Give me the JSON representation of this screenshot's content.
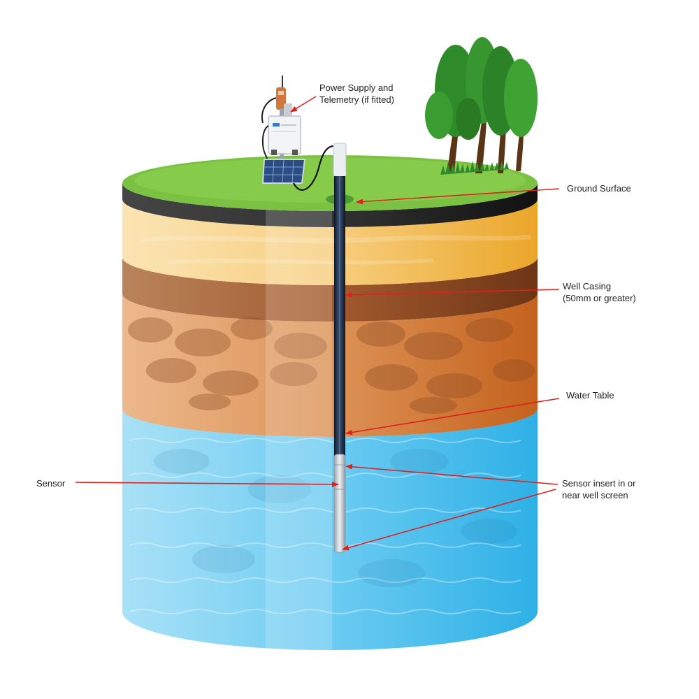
{
  "labels": {
    "power_supply": "Power Supply and\nTelemetry (if fitted)",
    "ground_surface": "Ground Surface",
    "well_casing": "Well Casing\n(50mm or greater)",
    "water_table": "Water Table",
    "sensor": "Sensor",
    "sensor_insert": "Sensor insert in or\nnear well screen"
  },
  "colors": {
    "grass": "#7cc242",
    "topsoil": "#2b2b2b",
    "sand": "#f2c56b",
    "clay": "#a3552a",
    "gravel": "#d98a4a",
    "water": "#3fb8ea",
    "arrow": "#e0201f",
    "casing": "#1f2d4a"
  },
  "icons": [
    "solar-panel-icon",
    "logger-box-icon",
    "antenna-icon",
    "tree-icon"
  ]
}
